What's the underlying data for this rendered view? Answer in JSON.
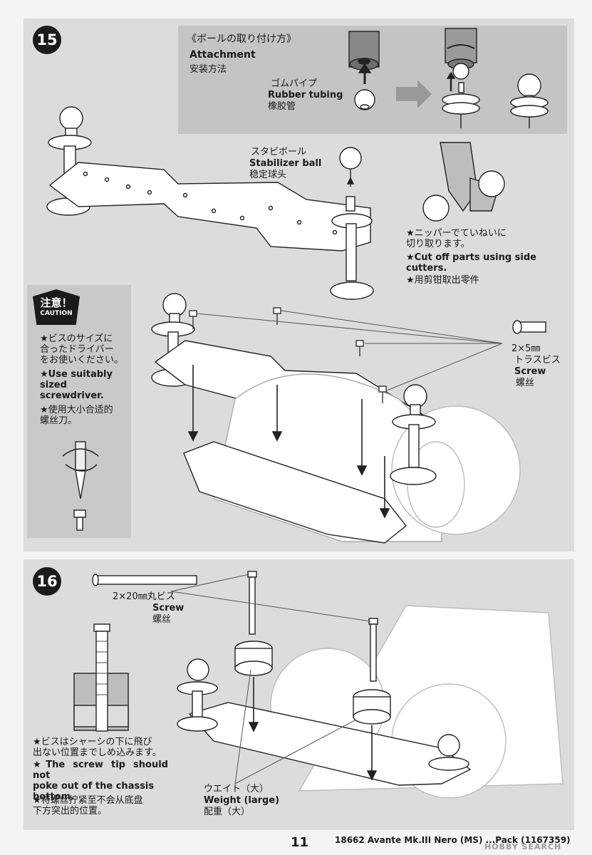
{
  "step15": {
    "number": "15",
    "attachment": {
      "title_jp": "《ボールの取り付け方》",
      "title_en": "Attachment",
      "title_cn": "安装方法",
      "rubber_jp": "ゴムパイプ",
      "rubber_en": "Rubber tubing",
      "rubber_cn": "橡胶管"
    },
    "stabilizer": {
      "jp": "スタビボール",
      "en": "Stabilizer ball",
      "cn": "稳定球头"
    },
    "cut_note": {
      "jp": "★ニッパーでていねいに\n切り取ります。",
      "en": "★Cut off parts using side\ncutters.",
      "cn": "★用剪钳取出零件"
    },
    "caution": {
      "badge_jp": "注意！",
      "badge_en": "CAUTION",
      "jp": "★ビスのサイズに\n合ったドライバー\nをお使いください。",
      "en": "★Use suitably\nsized\nscrewdriver.",
      "cn": "★使用大小合适的\n螺丝刀。"
    },
    "screw": {
      "size": "2×5㎜",
      "jp": "トラスビス",
      "en": "Screw",
      "cn": "螺丝"
    }
  },
  "step16": {
    "number": "16",
    "screw": {
      "size_jp": "2×20㎜丸ビス",
      "en": "Screw",
      "cn": "螺丝"
    },
    "note": {
      "jp": "★ビスはシャーシの下に飛び\n出ない位置までしめ込みます。",
      "en": "★The screw tip should not\npoke out of the chassis\nbottom.",
      "cn": "★将螺丝拧紧至不会从底盘\n下方突出的位置。"
    },
    "weight": {
      "jp": "ウエイト（大）",
      "en": "Weight (large)",
      "cn": "配重（大）"
    }
  },
  "footer": {
    "page_number": "11",
    "title": "18662 Avante Mk.III Nero (MS) ...Pack (1167359)",
    "watermark": "HOBBY SEARCH"
  }
}
